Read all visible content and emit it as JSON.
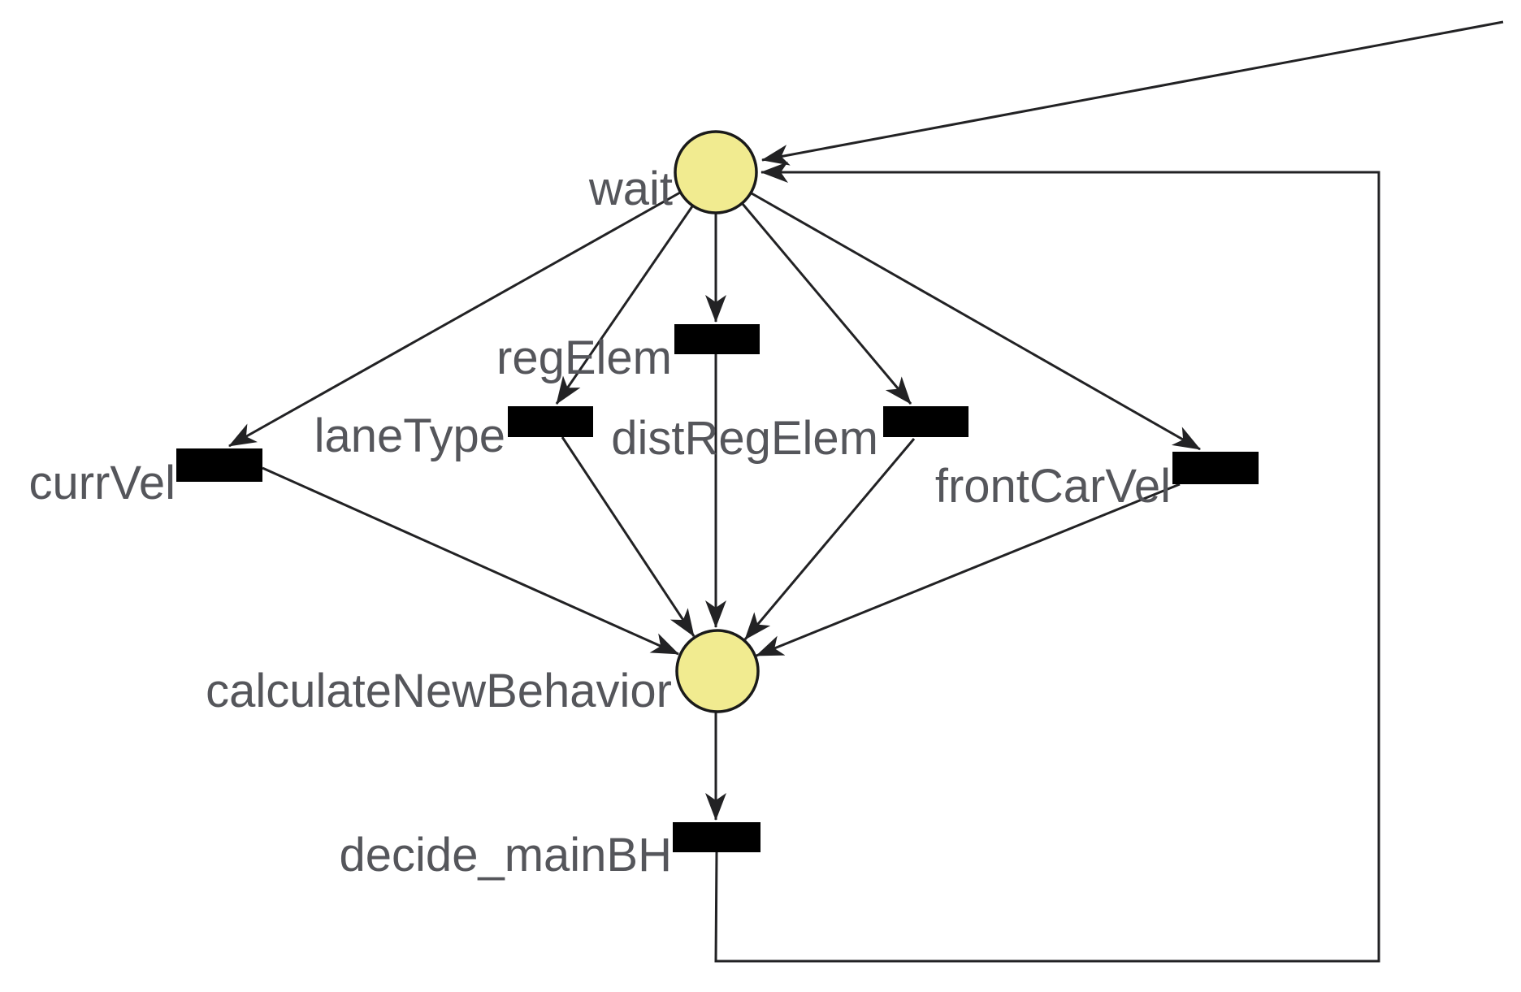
{
  "diagram": {
    "kind": "petri-net",
    "background": "#ffffff",
    "colors": {
      "place_fill": "#f1eb90",
      "node_stroke": "#1a1a1a",
      "transition_fill": "#000000",
      "arc_stroke": "#222224",
      "label_color": "#55565b"
    },
    "places": [
      {
        "id": "wait",
        "label": "wait"
      },
      {
        "id": "calculateNewBehavior",
        "label": "calculateNewBehavior"
      }
    ],
    "transitions": [
      {
        "id": "currVel",
        "label": "currVel"
      },
      {
        "id": "laneType",
        "label": "laneType"
      },
      {
        "id": "regElem",
        "label": "regElem"
      },
      {
        "id": "distRegElem",
        "label": "distRegElem"
      },
      {
        "id": "frontCarVel",
        "label": "frontCarVel"
      },
      {
        "id": "decide_mainBH",
        "label": "decide_mainBH"
      }
    ],
    "arcs": [
      {
        "from": "wait",
        "to": "currVel"
      },
      {
        "from": "wait",
        "to": "laneType"
      },
      {
        "from": "wait",
        "to": "regElem"
      },
      {
        "from": "wait",
        "to": "distRegElem"
      },
      {
        "from": "wait",
        "to": "frontCarVel"
      },
      {
        "from": "currVel",
        "to": "calculateNewBehavior"
      },
      {
        "from": "laneType",
        "to": "calculateNewBehavior"
      },
      {
        "from": "regElem",
        "to": "calculateNewBehavior"
      },
      {
        "from": "distRegElem",
        "to": "calculateNewBehavior"
      },
      {
        "from": "frontCarVel",
        "to": "calculateNewBehavior"
      },
      {
        "from": "calculateNewBehavior",
        "to": "decide_mainBH"
      },
      {
        "from": "decide_mainBH",
        "to": "wait"
      },
      {
        "from": "offscreen-top-right",
        "to": "wait"
      }
    ]
  }
}
